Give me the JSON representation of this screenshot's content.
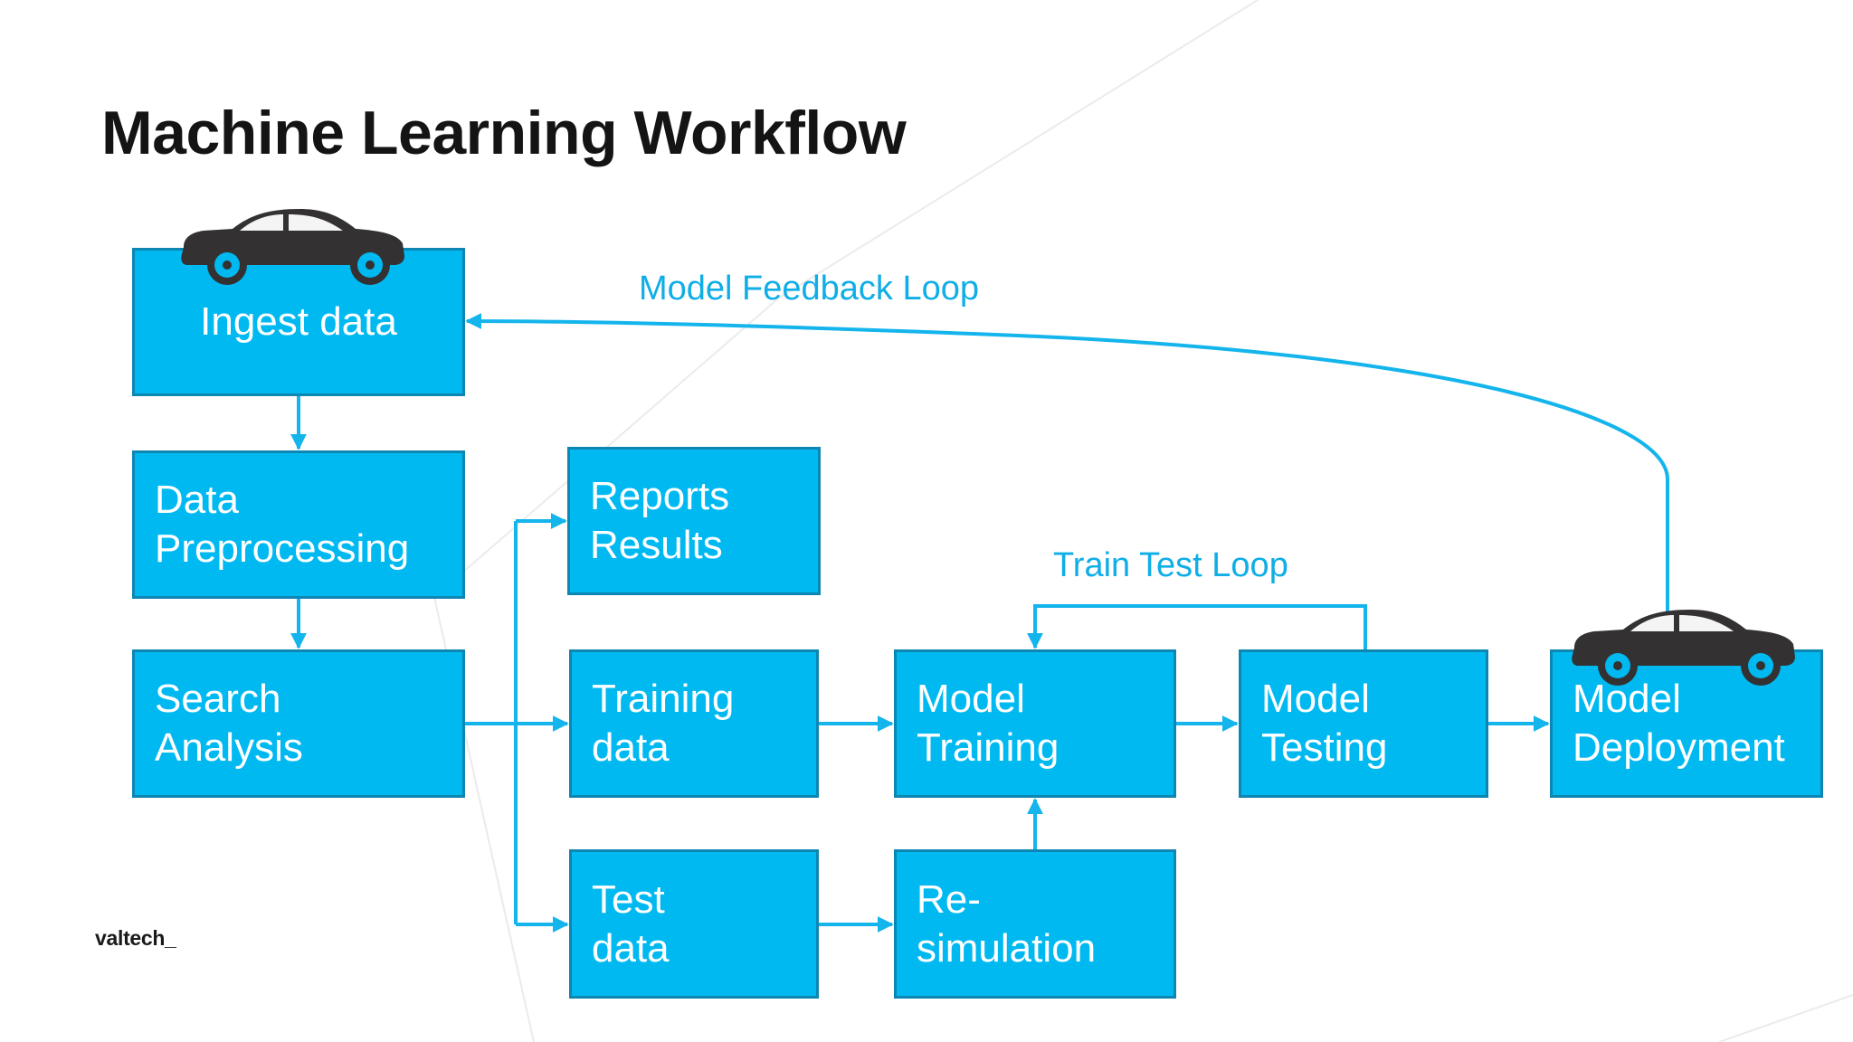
{
  "title": "Machine Learning Workflow",
  "logo": "valtech_",
  "nodes": {
    "ingest": [
      "Ingest data"
    ],
    "preprocessing": [
      "Data",
      "Preprocessing"
    ],
    "search": [
      "Search",
      "Analysis"
    ],
    "reports": [
      "Reports",
      "Results"
    ],
    "training_data": [
      "Training",
      "data"
    ],
    "test_data": [
      "Test",
      "data"
    ],
    "model_training": [
      "Model",
      "Training"
    ],
    "resimulation": [
      "Re-",
      "simulation"
    ],
    "model_testing": [
      "Model",
      "Testing"
    ],
    "deployment": [
      "Model",
      "Deployment"
    ]
  },
  "loops": {
    "feedback": "Model Feedback Loop",
    "train_test": "Train Test Loop"
  },
  "colors": {
    "box_fill": "#00b9f1",
    "box_border": "#0e86b2",
    "arrow": "#14b4ec",
    "label": "#10aee6"
  },
  "icons": [
    "car-icon"
  ]
}
